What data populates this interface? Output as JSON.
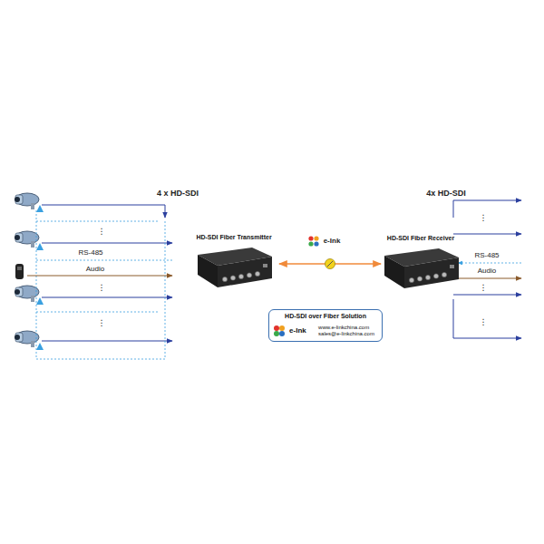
{
  "diagram": {
    "nodes": [
      {
        "text": [
          "HD-SDI Fiber Transmitter"
        ]
      },
      {
        "text": [
          "HD-SDI Fiber Receiver"
        ]
      },
      {
        "text": [
          "HD-SDI over Fiber Solution",
          "e-Ink",
          "www.e-linkchina.com",
          "sales@e-linkchina.com"
        ]
      }
    ],
    "edges": [
      {
        "from": 0,
        "to": 1,
        "arrow": "both"
      }
    ],
    "labels": [
      "4 x HD-SDI",
      "⋮",
      "RS-485",
      "Audio",
      "⋮",
      "⋮",
      "4x HD-SDI",
      "⋮",
      "RS-485",
      "Audio",
      "⋮",
      "⋮",
      "e-Ink"
    ]
  }
}
